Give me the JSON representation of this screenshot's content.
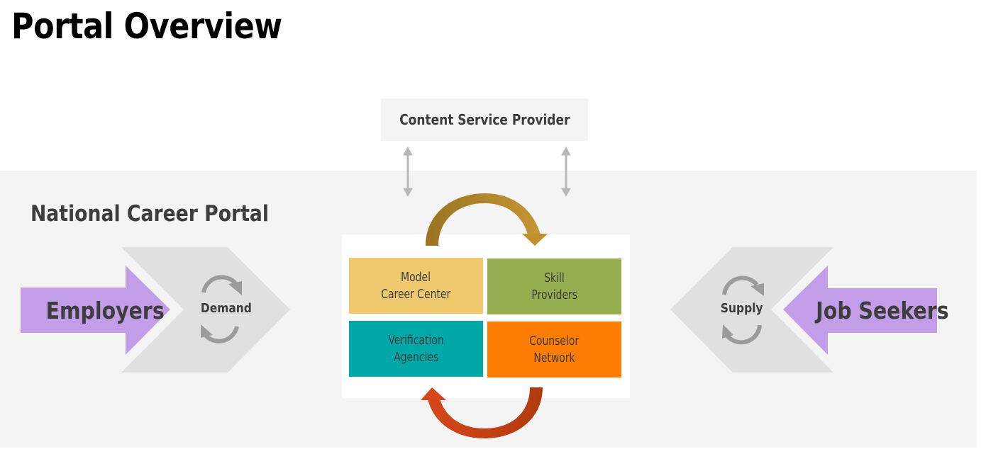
{
  "title": "Portal Overview",
  "content_service_provider": "Content Service Provider",
  "portal_title": "National Career Portal",
  "left": {
    "actor": "Employers",
    "flow": "Demand"
  },
  "right": {
    "actor": "Job Seekers",
    "flow": "Supply"
  },
  "tiles": [
    {
      "line1": "Model",
      "line2": "Career Center",
      "color": "#f0c96e"
    },
    {
      "line1": "Skill",
      "line2": "Providers",
      "color": "#94ae50"
    },
    {
      "line1": "Verification",
      "line2": "Agencies",
      "color": "#00a8a8"
    },
    {
      "line1": "Counselor",
      "line2": "Network",
      "color": "#fd7c03"
    }
  ],
  "colors": {
    "actor_arrow": "#c49de9",
    "chevron": "#e0e0e0",
    "cycle_icon": "#9b9b9b",
    "top_arc": "#b5892e",
    "bottom_arc": "#c4461a",
    "connector": "#b8b8b8"
  }
}
